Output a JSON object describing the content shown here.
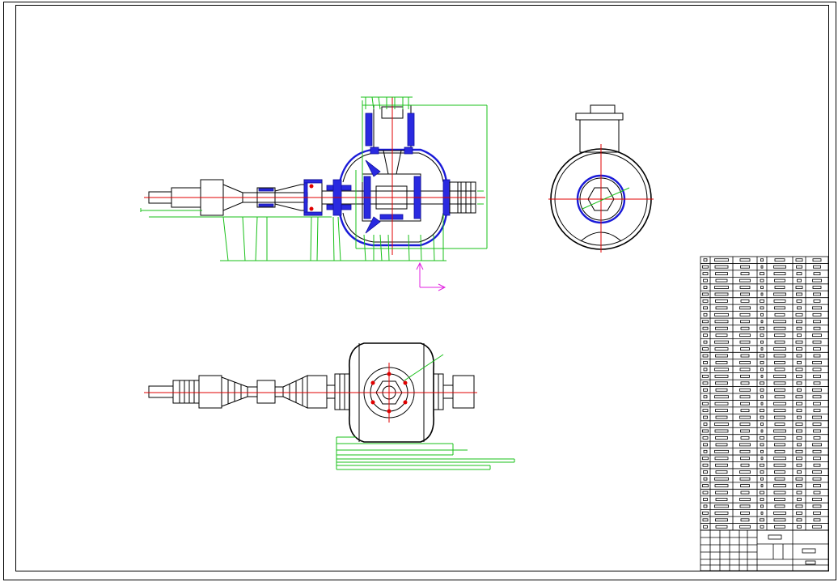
{
  "drawing": {
    "colors": {
      "outline": "#000000",
      "section": "#1a1ad8",
      "dimension": "#18c018",
      "centerline": "#e00000",
      "ucs_icon": "#e020e0",
      "background": "#ffffff"
    },
    "views": [
      "section-view",
      "side-view",
      "top-view"
    ],
    "parts_list": {
      "rows": 40
    }
  }
}
